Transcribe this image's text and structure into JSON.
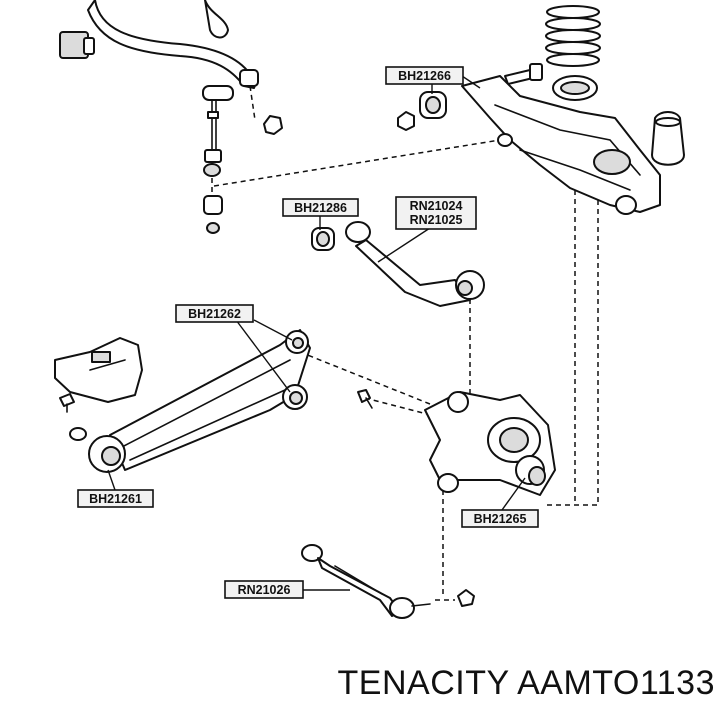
{
  "labels": {
    "bh21266": "BH21266",
    "bh21286": "BH21286",
    "rn21024": "RN21024",
    "rn21025": "RN21025",
    "bh21262": "BH21262",
    "bh21261": "BH21261",
    "bh21265": "BH21265",
    "rn21026": "RN21026"
  },
  "footer": {
    "brand_text": "TENACITY AAMTO1133"
  }
}
